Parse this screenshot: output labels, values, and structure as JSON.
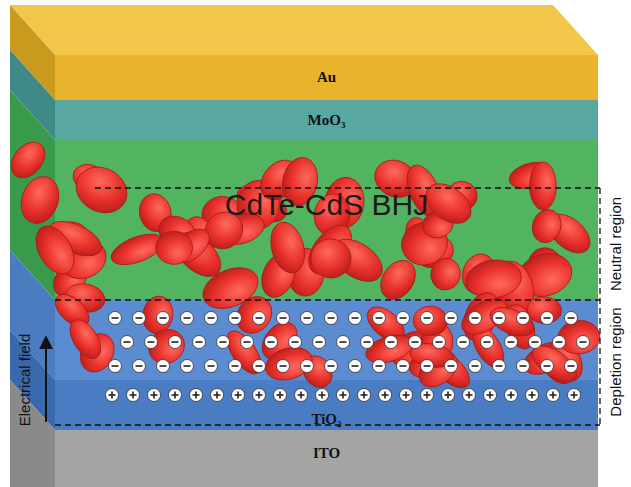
{
  "diagram": {
    "nodes": [
      {
        "text": [
          "Au"
        ]
      },
      {
        "text": [
          "MoO₃"
        ]
      },
      {
        "text": [
          "CdTe-CdS BHJ"
        ]
      },
      {
        "text": [
          "TiO₂"
        ]
      },
      {
        "text": [
          "ITO"
        ]
      }
    ],
    "labels": [
      "Neutral region",
      "Depletion region",
      "Electrical field"
    ]
  }
}
